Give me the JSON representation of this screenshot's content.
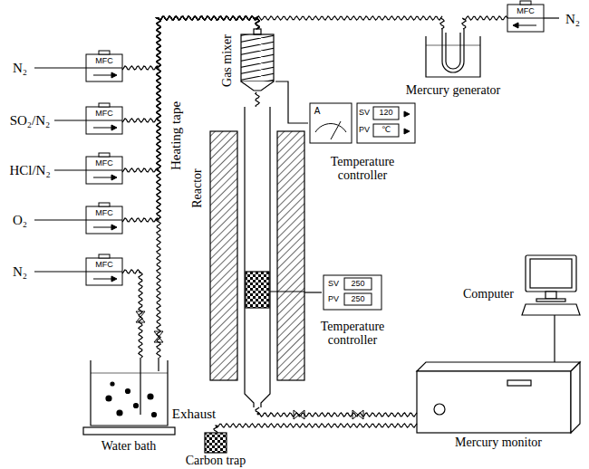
{
  "diagram": {
    "nodes": [
      {
        "text": [
          "MFC"
        ]
      },
      {
        "text": [
          "MFC"
        ]
      },
      {
        "text": [
          "MFC"
        ]
      },
      {
        "text": [
          "MFC"
        ]
      },
      {
        "text": [
          "MFC"
        ]
      },
      {
        "text": [
          "MFC"
        ]
      },
      {
        "text": [
          "Mercury generator"
        ]
      },
      {
        "text": [
          "Gas mixer"
        ]
      },
      {
        "text": [
          "Reactor"
        ]
      },
      {
        "text": [
          "A",
          "SV",
          "120",
          "PV",
          "℃",
          "Temperature controller"
        ]
      },
      {
        "text": [
          "SV",
          "250",
          "PV",
          "250",
          "Temperature controller"
        ]
      },
      {
        "text": [
          "Computer"
        ]
      },
      {
        "text": [
          "Mercury monitor"
        ]
      },
      {
        "text": [
          "Carbon trap"
        ]
      },
      {
        "text": [
          "Water bath"
        ]
      }
    ],
    "edges": [
      {
        "from": 0,
        "to": 7,
        "arrow": "none"
      },
      {
        "from": 1,
        "to": 7,
        "arrow": "none"
      },
      {
        "from": 2,
        "to": 7,
        "arrow": "none"
      },
      {
        "from": 3,
        "to": 7,
        "arrow": "none"
      },
      {
        "from": 4,
        "to": 14,
        "arrow": "none"
      },
      {
        "from": 14,
        "to": 7,
        "arrow": "none"
      },
      {
        "from": 5,
        "to": 6,
        "arrow": "none"
      },
      {
        "from": 6,
        "to": 7,
        "arrow": "none"
      },
      {
        "from": 7,
        "to": 8,
        "arrow": "none"
      },
      {
        "from": 9,
        "to": 7,
        "arrow": "none"
      },
      {
        "from": 10,
        "to": 8,
        "arrow": "none"
      },
      {
        "from": 8,
        "to": 12,
        "arrow": "none"
      },
      {
        "from": 12,
        "to": 13,
        "arrow": "none"
      },
      {
        "from": 12,
        "to": 11,
        "arrow": "none"
      }
    ],
    "labels": [
      "N₂",
      "SO₂/N₂",
      "HCl/N₂",
      "O₂",
      "N₂",
      "N₂",
      "Heating tape",
      "Exhaust"
    ]
  }
}
